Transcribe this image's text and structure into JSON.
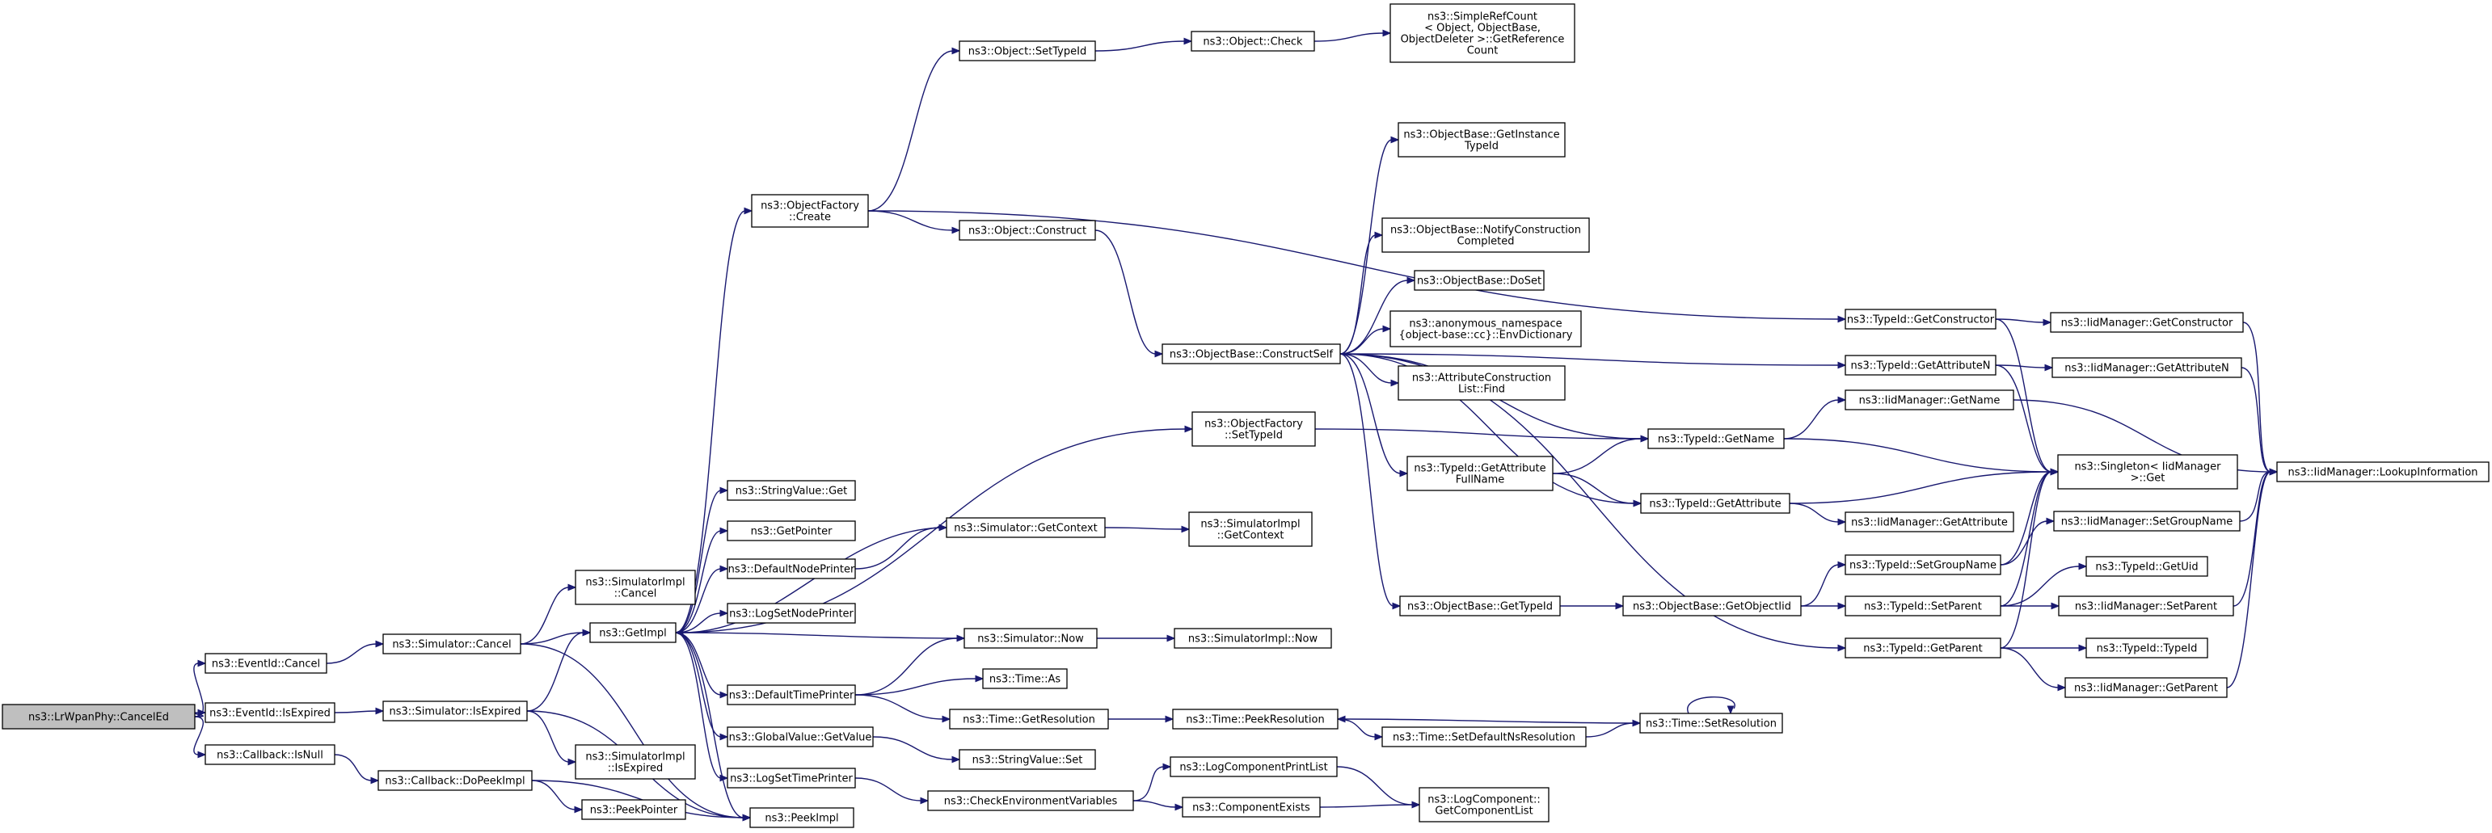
{
  "diagram": {
    "colors": {
      "edge": "#191970",
      "node_border": "#000000",
      "root_fill": "#bfbfbf",
      "background": "#ffffff"
    },
    "nodes": [
      {
        "id": "n0",
        "lines": [
          "ns3::LrWpanPhy::CancelEd"
        ],
        "root": true
      },
      {
        "id": "n1",
        "lines": [
          "ns3::EventId::Cancel"
        ]
      },
      {
        "id": "n2",
        "lines": [
          "ns3::EventId::IsExpired"
        ]
      },
      {
        "id": "n3",
        "lines": [
          "ns3::Callback::IsNull"
        ]
      },
      {
        "id": "n4",
        "lines": [
          "ns3::Simulator::Cancel"
        ]
      },
      {
        "id": "n5",
        "lines": [
          "ns3::Simulator::IsExpired"
        ]
      },
      {
        "id": "n6",
        "lines": [
          "ns3::Callback::DoPeekImpl"
        ]
      },
      {
        "id": "n7",
        "lines": [
          "ns3::SimulatorImpl",
          "::Cancel"
        ]
      },
      {
        "id": "n8",
        "lines": [
          "ns3::GetImpl"
        ]
      },
      {
        "id": "n9",
        "lines": [
          "ns3::SimulatorImpl",
          "::IsExpired"
        ]
      },
      {
        "id": "n10",
        "lines": [
          "ns3::PeekPointer"
        ]
      },
      {
        "id": "n11",
        "lines": [
          "ns3::PeekImpl"
        ]
      },
      {
        "id": "n12",
        "lines": [
          "ns3::ObjectFactory",
          "::Create"
        ]
      },
      {
        "id": "n13",
        "lines": [
          "ns3::StringValue::Get"
        ]
      },
      {
        "id": "n14",
        "lines": [
          "ns3::GetPointer"
        ]
      },
      {
        "id": "n15",
        "lines": [
          "ns3::DefaultNodePrinter"
        ]
      },
      {
        "id": "n16",
        "lines": [
          "ns3::LogSetNodePrinter"
        ]
      },
      {
        "id": "n17",
        "lines": [
          "ns3::DefaultTimePrinter"
        ]
      },
      {
        "id": "n18",
        "lines": [
          "ns3::GlobalValue::GetValue"
        ]
      },
      {
        "id": "n19",
        "lines": [
          "ns3::LogSetTimePrinter"
        ]
      },
      {
        "id": "n20",
        "lines": [
          "ns3::Object::SetTypeId"
        ]
      },
      {
        "id": "n21",
        "lines": [
          "ns3::Object::Construct"
        ]
      },
      {
        "id": "n22",
        "lines": [
          "ns3::Simulator::GetContext"
        ]
      },
      {
        "id": "n23",
        "lines": [
          "ns3::Simulator::Now"
        ]
      },
      {
        "id": "n24",
        "lines": [
          "ns3::Time::As"
        ]
      },
      {
        "id": "n25",
        "lines": [
          "ns3::Time::GetResolution"
        ]
      },
      {
        "id": "n26",
        "lines": [
          "ns3::StringValue::Set"
        ]
      },
      {
        "id": "n27",
        "lines": [
          "ns3::CheckEnvironmentVariables"
        ]
      },
      {
        "id": "n28",
        "lines": [
          "ns3::Object::Check"
        ]
      },
      {
        "id": "n29",
        "lines": [
          "ns3::SimpleRefCount",
          "< Object, ObjectBase,",
          "ObjectDeleter >::GetReference",
          "Count"
        ]
      },
      {
        "id": "n30",
        "lines": [
          "ns3::ObjectBase::ConstructSelf"
        ]
      },
      {
        "id": "n31",
        "lines": [
          "ns3::ObjectFactory",
          "::SetTypeId"
        ]
      },
      {
        "id": "n32",
        "lines": [
          "ns3::SimulatorImpl",
          "::GetContext"
        ]
      },
      {
        "id": "n33",
        "lines": [
          "ns3::SimulatorImpl::Now"
        ]
      },
      {
        "id": "n34",
        "lines": [
          "ns3::Time::PeekResolution"
        ]
      },
      {
        "id": "n35",
        "lines": [
          "ns3::LogComponentPrintList"
        ]
      },
      {
        "id": "n36",
        "lines": [
          "ns3::ComponentExists"
        ]
      },
      {
        "id": "n37",
        "lines": [
          "ns3::ObjectBase::GetInstance",
          "TypeId"
        ]
      },
      {
        "id": "n38",
        "lines": [
          "ns3::ObjectBase::NotifyConstruction",
          "Completed"
        ]
      },
      {
        "id": "n39",
        "lines": [
          "ns3::ObjectBase::DoSet"
        ]
      },
      {
        "id": "n40",
        "lines": [
          "ns3::anonymous_namespace",
          "{object-base::cc}::EnvDictionary"
        ]
      },
      {
        "id": "n41",
        "lines": [
          "ns3::AttributeConstruction",
          "List::Find"
        ]
      },
      {
        "id": "n42",
        "lines": [
          "ns3::TypeId::GetAttribute",
          "FullName"
        ]
      },
      {
        "id": "n43",
        "lines": [
          "ns3::ObjectBase::GetTypeId"
        ]
      },
      {
        "id": "n44",
        "lines": [
          "ns3::Time::SetDefaultNsResolution"
        ]
      },
      {
        "id": "n45",
        "lines": [
          "ns3::LogComponent::",
          "GetComponentList"
        ]
      },
      {
        "id": "n46",
        "lines": [
          "ns3::TypeId::GetName"
        ]
      },
      {
        "id": "n47",
        "lines": [
          "ns3::TypeId::GetAttribute"
        ]
      },
      {
        "id": "n48",
        "lines": [
          "ns3::ObjectBase::GetObjectIid"
        ]
      },
      {
        "id": "n49",
        "lines": [
          "ns3::Time::SetResolution"
        ]
      },
      {
        "id": "n50",
        "lines": [
          "ns3::TypeId::GetConstructor"
        ]
      },
      {
        "id": "n51",
        "lines": [
          "ns3::TypeId::GetAttributeN"
        ]
      },
      {
        "id": "n52",
        "lines": [
          "ns3::IidManager::GetName"
        ]
      },
      {
        "id": "n53",
        "lines": [
          "ns3::IidManager::GetAttribute"
        ]
      },
      {
        "id": "n54",
        "lines": [
          "ns3::TypeId::SetGroupName"
        ]
      },
      {
        "id": "n55",
        "lines": [
          "ns3::TypeId::SetParent"
        ]
      },
      {
        "id": "n56",
        "lines": [
          "ns3::TypeId::GetParent"
        ]
      },
      {
        "id": "n57",
        "lines": [
          "ns3::IidManager::GetConstructor"
        ]
      },
      {
        "id": "n58",
        "lines": [
          "ns3::IidManager::GetAttributeN"
        ]
      },
      {
        "id": "n59",
        "lines": [
          "ns3::Singleton< IidManager",
          ">::Get"
        ]
      },
      {
        "id": "n60",
        "lines": [
          "ns3::IidManager::SetGroupName"
        ]
      },
      {
        "id": "n61",
        "lines": [
          "ns3::TypeId::GetUid"
        ]
      },
      {
        "id": "n62",
        "lines": [
          "ns3::IidManager::SetParent"
        ]
      },
      {
        "id": "n63",
        "lines": [
          "ns3::TypeId::TypeId"
        ]
      },
      {
        "id": "n64",
        "lines": [
          "ns3::IidManager::GetParent"
        ]
      },
      {
        "id": "n65",
        "lines": [
          "ns3::IidManager::LookupInformation"
        ]
      }
    ],
    "edges": [
      [
        "n0",
        "n1"
      ],
      [
        "n0",
        "n2"
      ],
      [
        "n0",
        "n3"
      ],
      [
        "n1",
        "n4"
      ],
      [
        "n2",
        "n5"
      ],
      [
        "n3",
        "n6"
      ],
      [
        "n6",
        "n10"
      ],
      [
        "n6",
        "n11"
      ],
      [
        "n4",
        "n7"
      ],
      [
        "n4",
        "n8"
      ],
      [
        "n4",
        "n11"
      ],
      [
        "n5",
        "n8"
      ],
      [
        "n5",
        "n9"
      ],
      [
        "n5",
        "n11"
      ],
      [
        "n8",
        "n12"
      ],
      [
        "n8",
        "n13"
      ],
      [
        "n8",
        "n14"
      ],
      [
        "n8",
        "n15"
      ],
      [
        "n8",
        "n16"
      ],
      [
        "n8",
        "n17"
      ],
      [
        "n8",
        "n18"
      ],
      [
        "n8",
        "n19"
      ],
      [
        "n8",
        "n11"
      ],
      [
        "n8",
        "n31"
      ],
      [
        "n15",
        "n22"
      ],
      [
        "n22",
        "n8"
      ],
      [
        "n22",
        "n32"
      ],
      [
        "n17",
        "n23"
      ],
      [
        "n17",
        "n24"
      ],
      [
        "n17",
        "n25"
      ],
      [
        "n23",
        "n8"
      ],
      [
        "n23",
        "n33"
      ],
      [
        "n25",
        "n34"
      ],
      [
        "n18",
        "n26"
      ],
      [
        "n19",
        "n27"
      ],
      [
        "n27",
        "n35"
      ],
      [
        "n27",
        "n36"
      ],
      [
        "n35",
        "n45"
      ],
      [
        "n36",
        "n45"
      ],
      [
        "n12",
        "n20"
      ],
      [
        "n12",
        "n21"
      ],
      [
        "n12",
        "n50"
      ],
      [
        "n20",
        "n28"
      ],
      [
        "n28",
        "n29"
      ],
      [
        "n21",
        "n30"
      ],
      [
        "n30",
        "n37"
      ],
      [
        "n30",
        "n38"
      ],
      [
        "n30",
        "n39"
      ],
      [
        "n30",
        "n40"
      ],
      [
        "n30",
        "n41"
      ],
      [
        "n30",
        "n42"
      ],
      [
        "n30",
        "n43"
      ],
      [
        "n30",
        "n46"
      ],
      [
        "n30",
        "n47"
      ],
      [
        "n30",
        "n51"
      ],
      [
        "n30",
        "n56"
      ],
      [
        "n31",
        "n46"
      ],
      [
        "n42",
        "n46"
      ],
      [
        "n42",
        "n47"
      ],
      [
        "n43",
        "n48"
      ],
      [
        "n48",
        "n54"
      ],
      [
        "n48",
        "n55"
      ],
      [
        "n46",
        "n52"
      ],
      [
        "n46",
        "n59"
      ],
      [
        "n47",
        "n53"
      ],
      [
        "n47",
        "n59"
      ],
      [
        "n50",
        "n57"
      ],
      [
        "n50",
        "n59"
      ],
      [
        "n51",
        "n58"
      ],
      [
        "n51",
        "n59"
      ],
      [
        "n54",
        "n59"
      ],
      [
        "n54",
        "n60"
      ],
      [
        "n55",
        "n59"
      ],
      [
        "n55",
        "n61"
      ],
      [
        "n55",
        "n62"
      ],
      [
        "n56",
        "n59"
      ],
      [
        "n56",
        "n63"
      ],
      [
        "n56",
        "n64"
      ],
      [
        "n57",
        "n65"
      ],
      [
        "n58",
        "n65"
      ],
      [
        "n52",
        "n65"
      ],
      [
        "n60",
        "n65"
      ],
      [
        "n62",
        "n65"
      ],
      [
        "n64",
        "n65"
      ],
      [
        "n34",
        "n44"
      ],
      [
        "n44",
        "n49"
      ],
      [
        "n49",
        "n34"
      ],
      [
        "n49",
        "n49"
      ]
    ]
  }
}
